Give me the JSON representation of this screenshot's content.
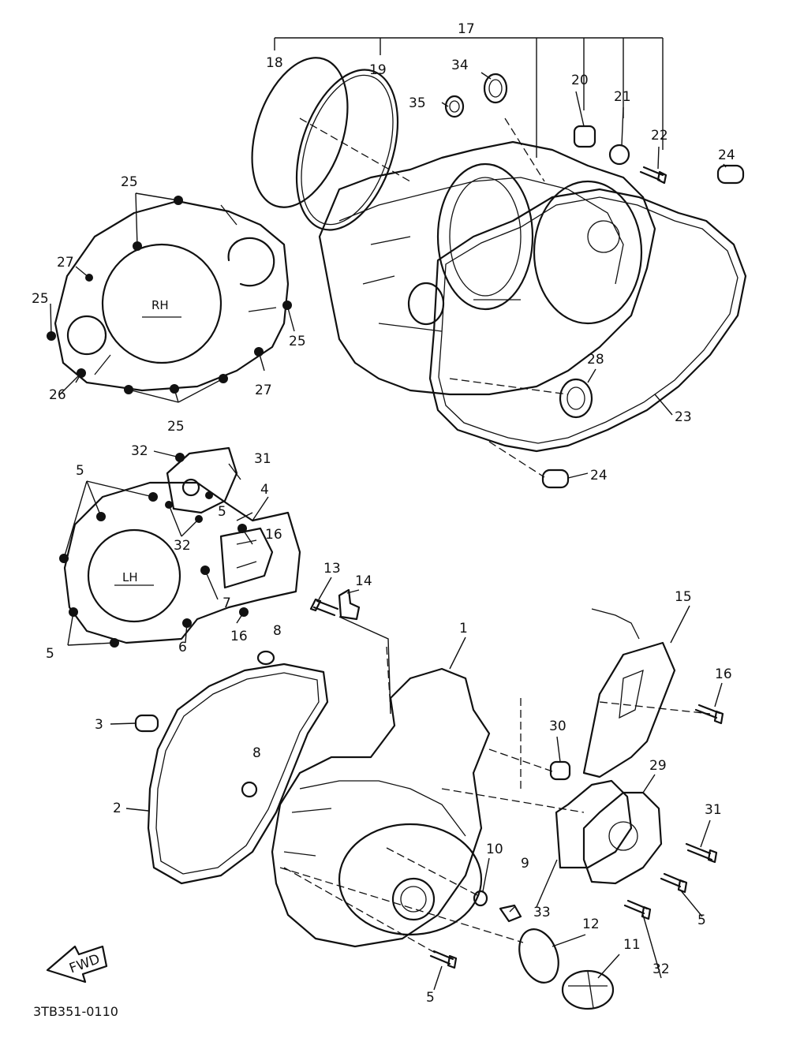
{
  "diagram": {
    "part_code": "3TB351-0110",
    "fwd_label": "FWD",
    "side_labels": {
      "rh": "RH",
      "lh": "LH"
    },
    "callouts": [
      "1",
      "2",
      "3",
      "4",
      "5",
      "6",
      "7",
      "8",
      "9",
      "10",
      "11",
      "12",
      "13",
      "14",
      "15",
      "16",
      "17",
      "18",
      "19",
      "20",
      "21",
      "22",
      "23",
      "24",
      "25",
      "26",
      "27",
      "28",
      "29",
      "30",
      "31",
      "32",
      "33",
      "34",
      "35"
    ]
  }
}
